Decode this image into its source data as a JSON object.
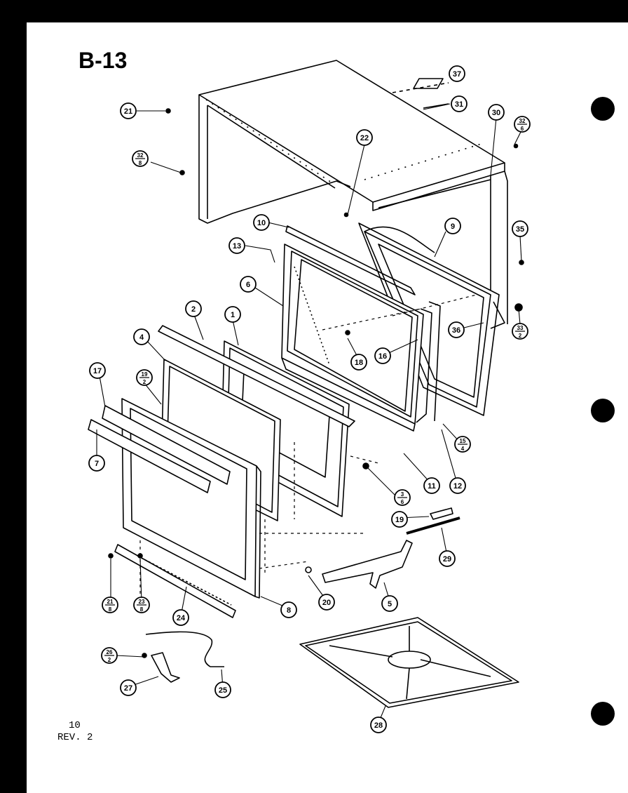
{
  "title": "B-13",
  "footer": {
    "page": "10",
    "revision": "REV. 2"
  },
  "callouts": [
    {
      "id": "c37",
      "label": "37"
    },
    {
      "id": "c31",
      "label": "31"
    },
    {
      "id": "c30",
      "label": "30"
    },
    {
      "id": "c21",
      "label": "21"
    },
    {
      "id": "c32_6",
      "num": "32",
      "den": "6"
    },
    {
      "id": "c32_8",
      "num": "32",
      "den": "8"
    },
    {
      "id": "c22",
      "label": "22"
    },
    {
      "id": "c10",
      "label": "10"
    },
    {
      "id": "c9",
      "label": "9"
    },
    {
      "id": "c35",
      "label": "35"
    },
    {
      "id": "c13",
      "label": "13"
    },
    {
      "id": "c6",
      "label": "6"
    },
    {
      "id": "c33_2",
      "num": "33",
      "den": "2"
    },
    {
      "id": "c36",
      "label": "36"
    },
    {
      "id": "c2",
      "label": "2"
    },
    {
      "id": "c1",
      "label": "1"
    },
    {
      "id": "c18",
      "label": "18"
    },
    {
      "id": "c16",
      "label": "16"
    },
    {
      "id": "c4",
      "label": "4"
    },
    {
      "id": "c17",
      "label": "17"
    },
    {
      "id": "c19_2",
      "num": "19",
      "den": "2"
    },
    {
      "id": "c15_4",
      "num": "15",
      "den": "4"
    },
    {
      "id": "c7",
      "label": "7"
    },
    {
      "id": "c11",
      "label": "11"
    },
    {
      "id": "c12",
      "label": "12"
    },
    {
      "id": "c3_6",
      "num": "3",
      "den": "6"
    },
    {
      "id": "c19",
      "label": "19"
    },
    {
      "id": "c29",
      "label": "29"
    },
    {
      "id": "c21_8",
      "num": "21",
      "den": "8"
    },
    {
      "id": "c23_8",
      "num": "23",
      "den": "8"
    },
    {
      "id": "c24",
      "label": "24"
    },
    {
      "id": "c8",
      "label": "8"
    },
    {
      "id": "c20",
      "label": "20"
    },
    {
      "id": "c5",
      "label": "5"
    },
    {
      "id": "c26_2",
      "num": "26",
      "den": "2"
    },
    {
      "id": "c27",
      "label": "27"
    },
    {
      "id": "c25",
      "label": "25"
    },
    {
      "id": "c28",
      "label": "28"
    }
  ]
}
